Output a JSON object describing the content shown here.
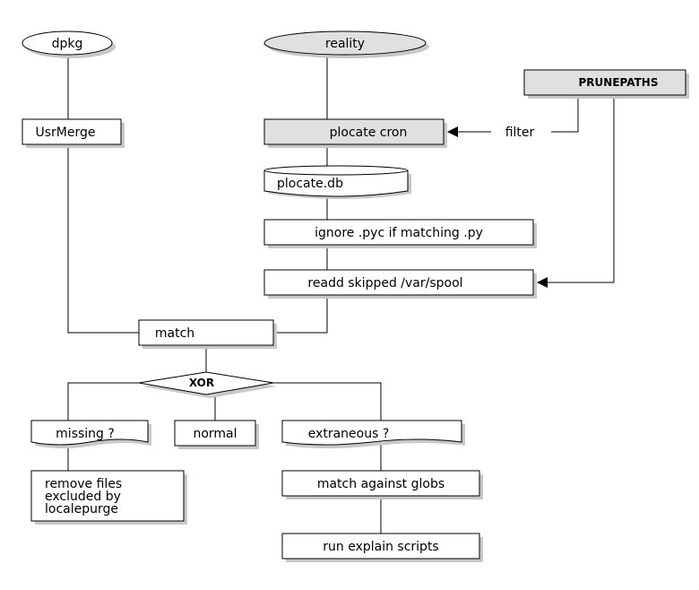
{
  "nodes": {
    "dpkg": "dpkg",
    "reality": "reality",
    "prunepaths": "PRUNEPATHS",
    "usrmerge": "UsrMerge",
    "plocate_cron": "plocate cron",
    "filter": "filter",
    "plocate_db": "plocate.db",
    "ignore_pyc": "ignore .pyc if matching .py",
    "readd_spool": "readd skipped /var/spool",
    "match": "match",
    "xor": "XOR",
    "missing": "missing ?",
    "normal": "normal",
    "extraneous": "extraneous ?",
    "remove_files": [
      "remove files",
      "excluded by",
      "localepurge"
    ],
    "match_globs": "match against globs",
    "run_explain": "run explain scripts"
  },
  "colors": {
    "grey_fill": "#e0e0e0",
    "shadow": "#c8c8c8",
    "line": "#000000"
  }
}
